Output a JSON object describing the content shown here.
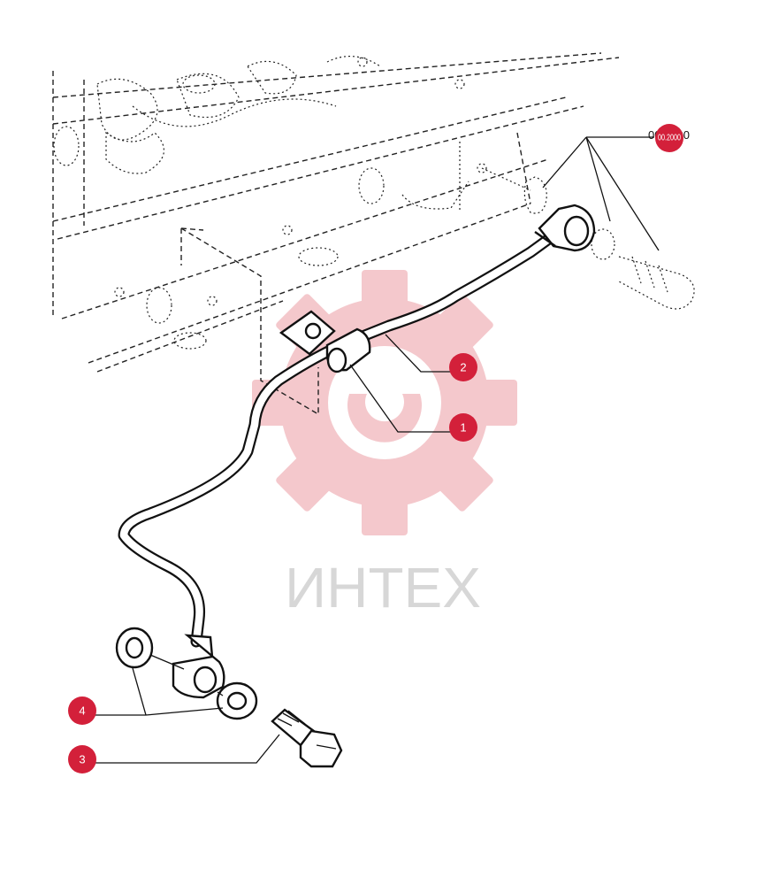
{
  "watermark": {
    "text": "ИНТЕХ",
    "color": "#f3c0c4"
  },
  "reference": {
    "label": "00.2000",
    "badge_text": "00.2000"
  },
  "callouts": [
    {
      "id": "2",
      "label": "2"
    },
    {
      "id": "1",
      "label": "1"
    },
    {
      "id": "4",
      "label": "4"
    },
    {
      "id": "3",
      "label": "3"
    }
  ],
  "colors": {
    "badge": "#d3203a",
    "line": "#111111"
  }
}
